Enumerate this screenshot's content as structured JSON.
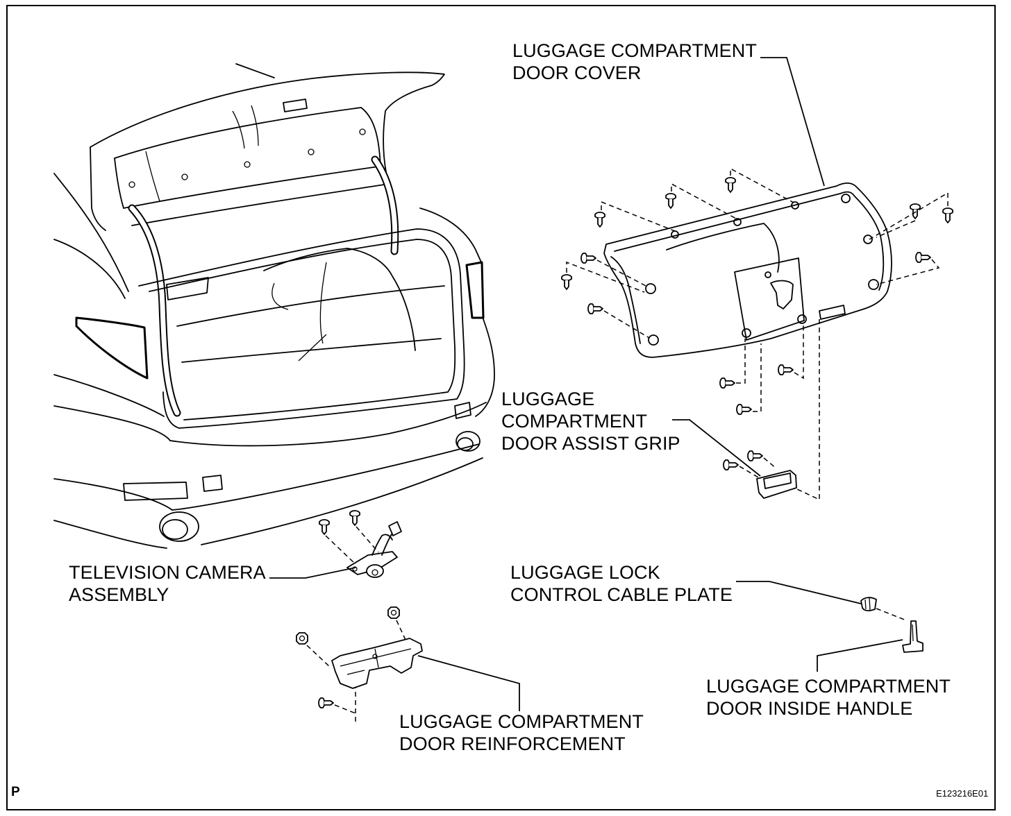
{
  "labels": {
    "door_cover": {
      "line1": "LUGGAGE COMPARTMENT",
      "line2": "DOOR COVER"
    },
    "assist_grip": {
      "line1": "LUGGAGE",
      "line2": "COMPARTMENT",
      "line3": "DOOR ASSIST GRIP"
    },
    "camera": {
      "line1": "TELEVISION CAMERA",
      "line2": "ASSEMBLY"
    },
    "lock_plate": {
      "line1": "LUGGAGE LOCK",
      "line2": "CONTROL CABLE PLATE"
    },
    "inside_handle": {
      "line1": "LUGGAGE COMPARTMENT",
      "line2": "DOOR INSIDE HANDLE"
    },
    "reinforcement": {
      "line1": "LUGGAGE COMPARTMENT",
      "line2": "DOOR REINFORCEMENT"
    }
  },
  "corner_mark": "P",
  "figure_code": "E123216E01"
}
